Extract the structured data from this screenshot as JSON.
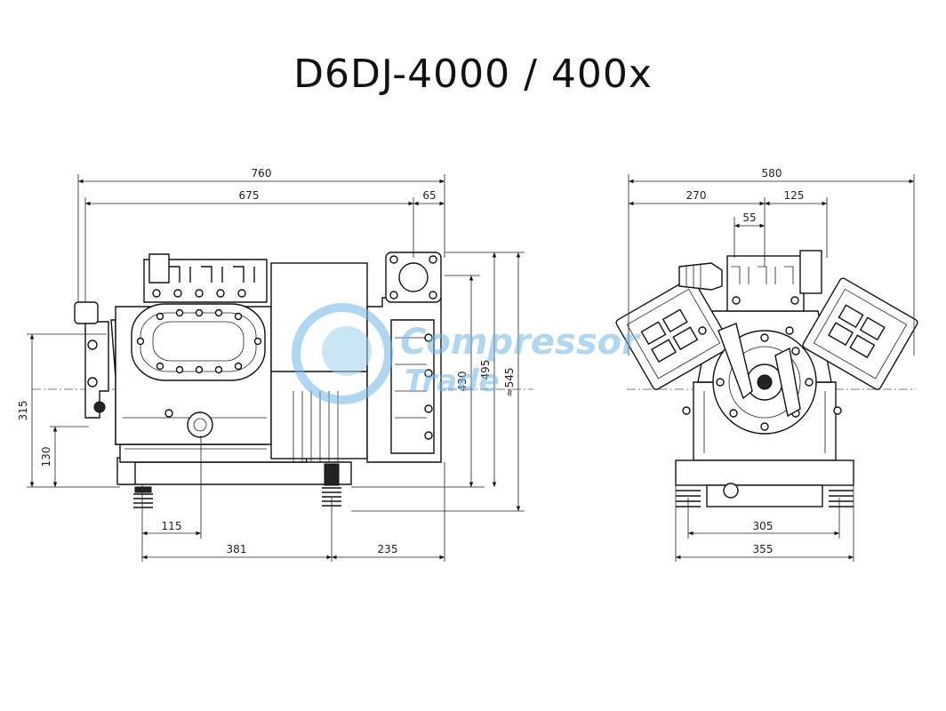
{
  "title": "D6DJ-4000 / 400x",
  "watermark": {
    "line1": "Compressor",
    "line2": "Trade",
    "color": "#6fb7e6"
  },
  "side_view": {
    "dims": {
      "overall_length": "760",
      "length_675": "675",
      "offset_65": "65",
      "height_315": "315",
      "height_130": "130",
      "height_430": "430",
      "height_495": "495",
      "height_545": "≈545",
      "base_115": "115",
      "base_381": "381",
      "base_235": "235"
    }
  },
  "front_view": {
    "dims": {
      "overall_width": "580",
      "width_270": "270",
      "width_125": "125",
      "width_55": "55",
      "base_305": "305",
      "base_355": "355"
    }
  }
}
